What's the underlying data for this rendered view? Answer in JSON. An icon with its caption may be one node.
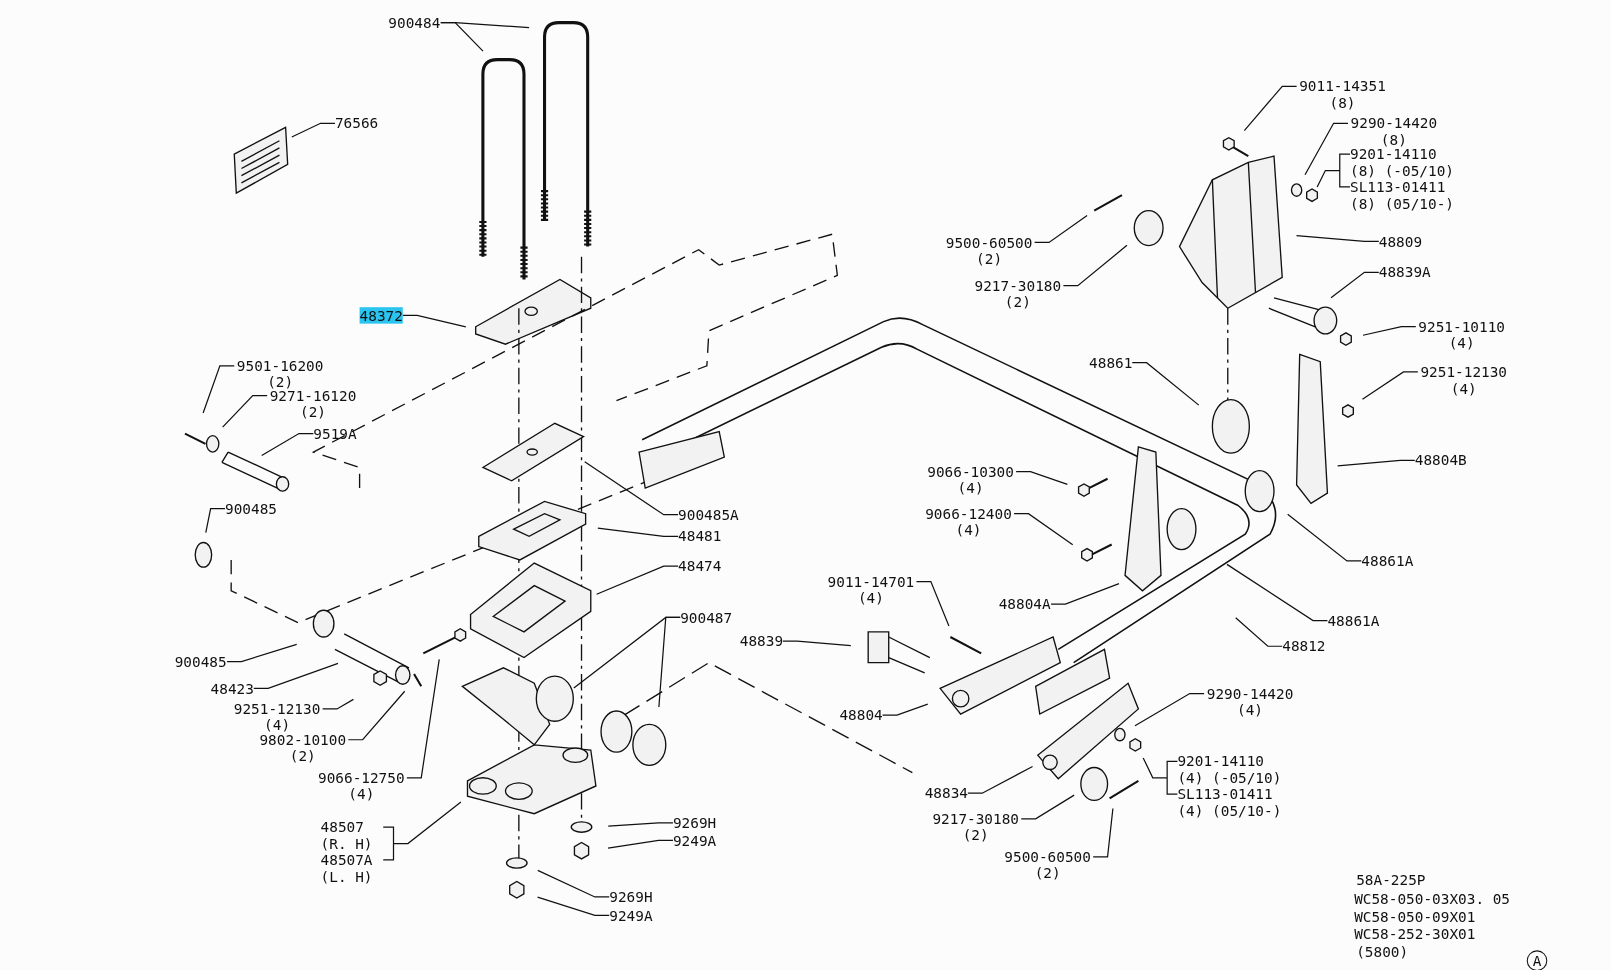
{
  "diagram": {
    "nodes": [
      {
        "text": [
          "900484"
        ]
      },
      {
        "text": [
          "76566"
        ]
      },
      {
        "text": [
          "48372"
        ]
      },
      {
        "text": [
          "9501-16200 (2)"
        ]
      },
      {
        "text": [
          "9271-16120 (2)"
        ]
      },
      {
        "text": [
          "9519A"
        ]
      },
      {
        "text": [
          "900485"
        ]
      },
      {
        "text": [
          "900485A"
        ]
      },
      {
        "text": [
          "48481"
        ]
      },
      {
        "text": [
          "48474"
        ]
      },
      {
        "text": [
          "900487"
        ]
      },
      {
        "text": [
          "900485"
        ]
      },
      {
        "text": [
          "48423"
        ]
      },
      {
        "text": [
          "9251-12130 (4)"
        ]
      },
      {
        "text": [
          "9802-10100 (2)"
        ]
      },
      {
        "text": [
          "9066-12750 (4)"
        ]
      },
      {
        "text": [
          "48507 (R. H)",
          "48507A (L. H)"
        ]
      },
      {
        "text": [
          "9269H"
        ]
      },
      {
        "text": [
          "9249A"
        ]
      },
      {
        "text": [
          "9269H"
        ]
      },
      {
        "text": [
          "9249A"
        ]
      },
      {
        "text": [
          "9011-14351 (8)"
        ]
      },
      {
        "text": [
          "9290-14420 (8)"
        ]
      },
      {
        "text": [
          "9201-14110 (8) (-05/10)",
          "SL113-01411 (8) (05/10-)"
        ]
      },
      {
        "text": [
          "9500-60500 (2)"
        ]
      },
      {
        "text": [
          "48809"
        ]
      },
      {
        "text": [
          "9217-30180 (2)"
        ]
      },
      {
        "text": [
          "48839A"
        ]
      },
      {
        "text": [
          "9251-10110 (4)"
        ]
      },
      {
        "text": [
          "48861"
        ]
      },
      {
        "text": [
          "9251-12130 (4)"
        ]
      },
      {
        "text": [
          "48804B"
        ]
      },
      {
        "text": [
          "9066-10300 (4)"
        ]
      },
      {
        "text": [
          "9066-12400 (4)"
        ]
      },
      {
        "text": [
          "48861A"
        ]
      },
      {
        "text": [
          "9011-14701 (4)"
        ]
      },
      {
        "text": [
          "48804A"
        ]
      },
      {
        "text": [
          "48861A"
        ]
      },
      {
        "text": [
          "48839"
        ]
      },
      {
        "text": [
          "48812"
        ]
      },
      {
        "text": [
          "48804"
        ]
      },
      {
        "text": [
          "9290-14420 (4)"
        ]
      },
      {
        "text": [
          "48834"
        ]
      },
      {
        "text": [
          "9201-14110 (4) (-05/10)",
          "SL113-01411 (4) (05/10-)"
        ]
      },
      {
        "text": [
          "9217-30180 (2)"
        ]
      },
      {
        "text": [
          "9500-60500 (2)"
        ]
      }
    ],
    "edges": [
      {
        "from": 0,
        "to": null,
        "arrow": "none"
      },
      {
        "from": 0,
        "to": null,
        "arrow": "none"
      },
      {
        "from": 1,
        "to": null,
        "arrow": "none"
      },
      {
        "from": 2,
        "to": null,
        "arrow": "none"
      },
      {
        "from": 3,
        "to": null,
        "arrow": "none"
      },
      {
        "from": 4,
        "to": null,
        "arrow": "none"
      },
      {
        "from": 5,
        "to": null,
        "arrow": "none"
      },
      {
        "from": 6,
        "to": null,
        "arrow": "none"
      },
      {
        "from": 7,
        "to": null,
        "arrow": "none"
      },
      {
        "from": 8,
        "to": null,
        "arrow": "none"
      },
      {
        "from": 9,
        "to": null,
        "arrow": "none"
      },
      {
        "from": 10,
        "to": null,
        "arrow": "none"
      },
      {
        "from": 10,
        "to": null,
        "arrow": "none"
      },
      {
        "from": 11,
        "to": null,
        "arrow": "none"
      },
      {
        "from": 12,
        "to": null,
        "arrow": "none"
      },
      {
        "from": 13,
        "to": null,
        "arrow": "none"
      },
      {
        "from": 14,
        "to": null,
        "arrow": "none"
      },
      {
        "from": 15,
        "to": null,
        "arrow": "none"
      },
      {
        "from": 16,
        "to": null,
        "arrow": "none"
      },
      {
        "from": 17,
        "to": null,
        "arrow": "none"
      },
      {
        "from": 18,
        "to": null,
        "arrow": "none"
      },
      {
        "from": 19,
        "to": null,
        "arrow": "none"
      },
      {
        "from": 20,
        "to": null,
        "arrow": "none"
      },
      {
        "from": 21,
        "to": null,
        "arrow": "none"
      },
      {
        "from": 22,
        "to": null,
        "arrow": "none"
      },
      {
        "from": 23,
        "to": null,
        "arrow": "none"
      },
      {
        "from": 24,
        "to": null,
        "arrow": "none"
      },
      {
        "from": 25,
        "to": null,
        "arrow": "none"
      },
      {
        "from": 26,
        "to": null,
        "arrow": "none"
      },
      {
        "from": 27,
        "to": null,
        "arrow": "none"
      },
      {
        "from": 28,
        "to": null,
        "arrow": "none"
      },
      {
        "from": 29,
        "to": null,
        "arrow": "none"
      },
      {
        "from": 30,
        "to": null,
        "arrow": "none"
      },
      {
        "from": 31,
        "to": null,
        "arrow": "none"
      },
      {
        "from": 32,
        "to": null,
        "arrow": "none"
      },
      {
        "from": 33,
        "to": null,
        "arrow": "none"
      },
      {
        "from": 34,
        "to": null,
        "arrow": "none"
      },
      {
        "from": 35,
        "to": null,
        "arrow": "none"
      },
      {
        "from": 36,
        "to": null,
        "arrow": "none"
      },
      {
        "from": 37,
        "to": null,
        "arrow": "none"
      },
      {
        "from": 38,
        "to": null,
        "arrow": "none"
      },
      {
        "from": 39,
        "to": null,
        "arrow": "none"
      },
      {
        "from": 40,
        "to": null,
        "arrow": "none"
      },
      {
        "from": 41,
        "to": null,
        "arrow": "none"
      },
      {
        "from": 42,
        "to": null,
        "arrow": "none"
      },
      {
        "from": 43,
        "to": null,
        "arrow": "none"
      },
      {
        "from": 44,
        "to": null,
        "arrow": "none"
      },
      {
        "from": 45,
        "to": null,
        "arrow": "none"
      }
    ],
    "labels": [
      "58A-225P",
      "WC58-050-03X03. 05",
      "WC58-050-09X01",
      "WC58-252-30X01",
      "(5800)",
      "A"
    ]
  }
}
